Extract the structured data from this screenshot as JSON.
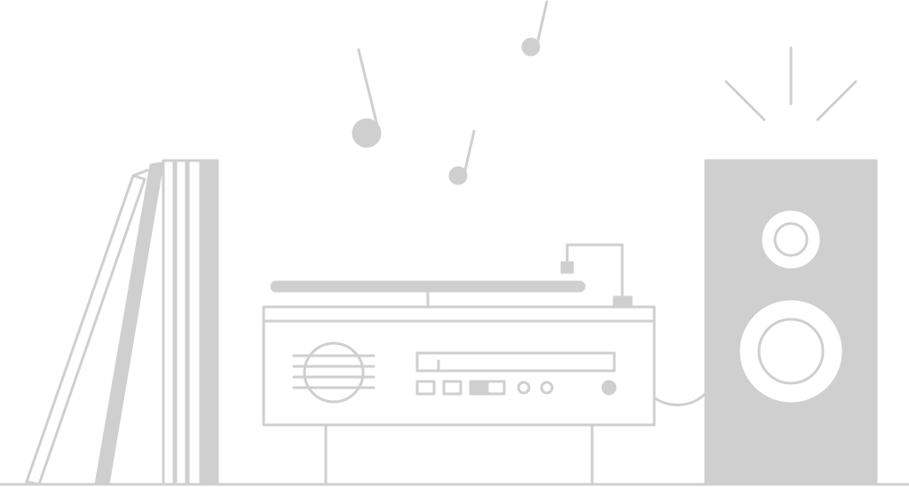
{
  "illustration": {
    "subject": "record-player-with-speaker-and-records",
    "palette": {
      "stroke": "#cfcfcf",
      "fill": "#cfcfcf",
      "background": "#ffffff"
    },
    "elements": [
      "record-sleeves",
      "turntable",
      "speaker",
      "music-notes",
      "sound-rays",
      "cable",
      "floor-line"
    ]
  }
}
